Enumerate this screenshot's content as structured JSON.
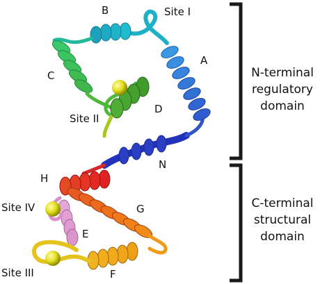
{
  "labels": {
    "helix_b": "B",
    "site_1": "Site I",
    "helix_a": "A",
    "helix_c": "C",
    "helix_d": "D",
    "site_2": "Site II",
    "terminus_n": "N",
    "helix_h": "H",
    "site_4": "Site IV",
    "helix_g": "G",
    "helix_e": "E",
    "site_3": "Site III",
    "helix_f": "F"
  },
  "domains": {
    "n_terminal": [
      "N-terminal",
      "regulatory",
      "domain"
    ],
    "c_terminal": [
      "C-terminal",
      "structural",
      "domain"
    ]
  },
  "colors": {
    "blue_dark": "#2233bb",
    "blue": "#2f6fd1",
    "cyan": "#1fb0c8",
    "green": "#3cc35a",
    "green_dark": "#3f9c2a",
    "yellow_green": "#a6c81e",
    "red": "#e02222",
    "orange": "#ee6a1c",
    "orange_light": "#f09a18",
    "pink": "#e5a6d8",
    "yellow": "#e6d21c",
    "ion": "#e3e020",
    "bracket": "#1a1a1a"
  }
}
